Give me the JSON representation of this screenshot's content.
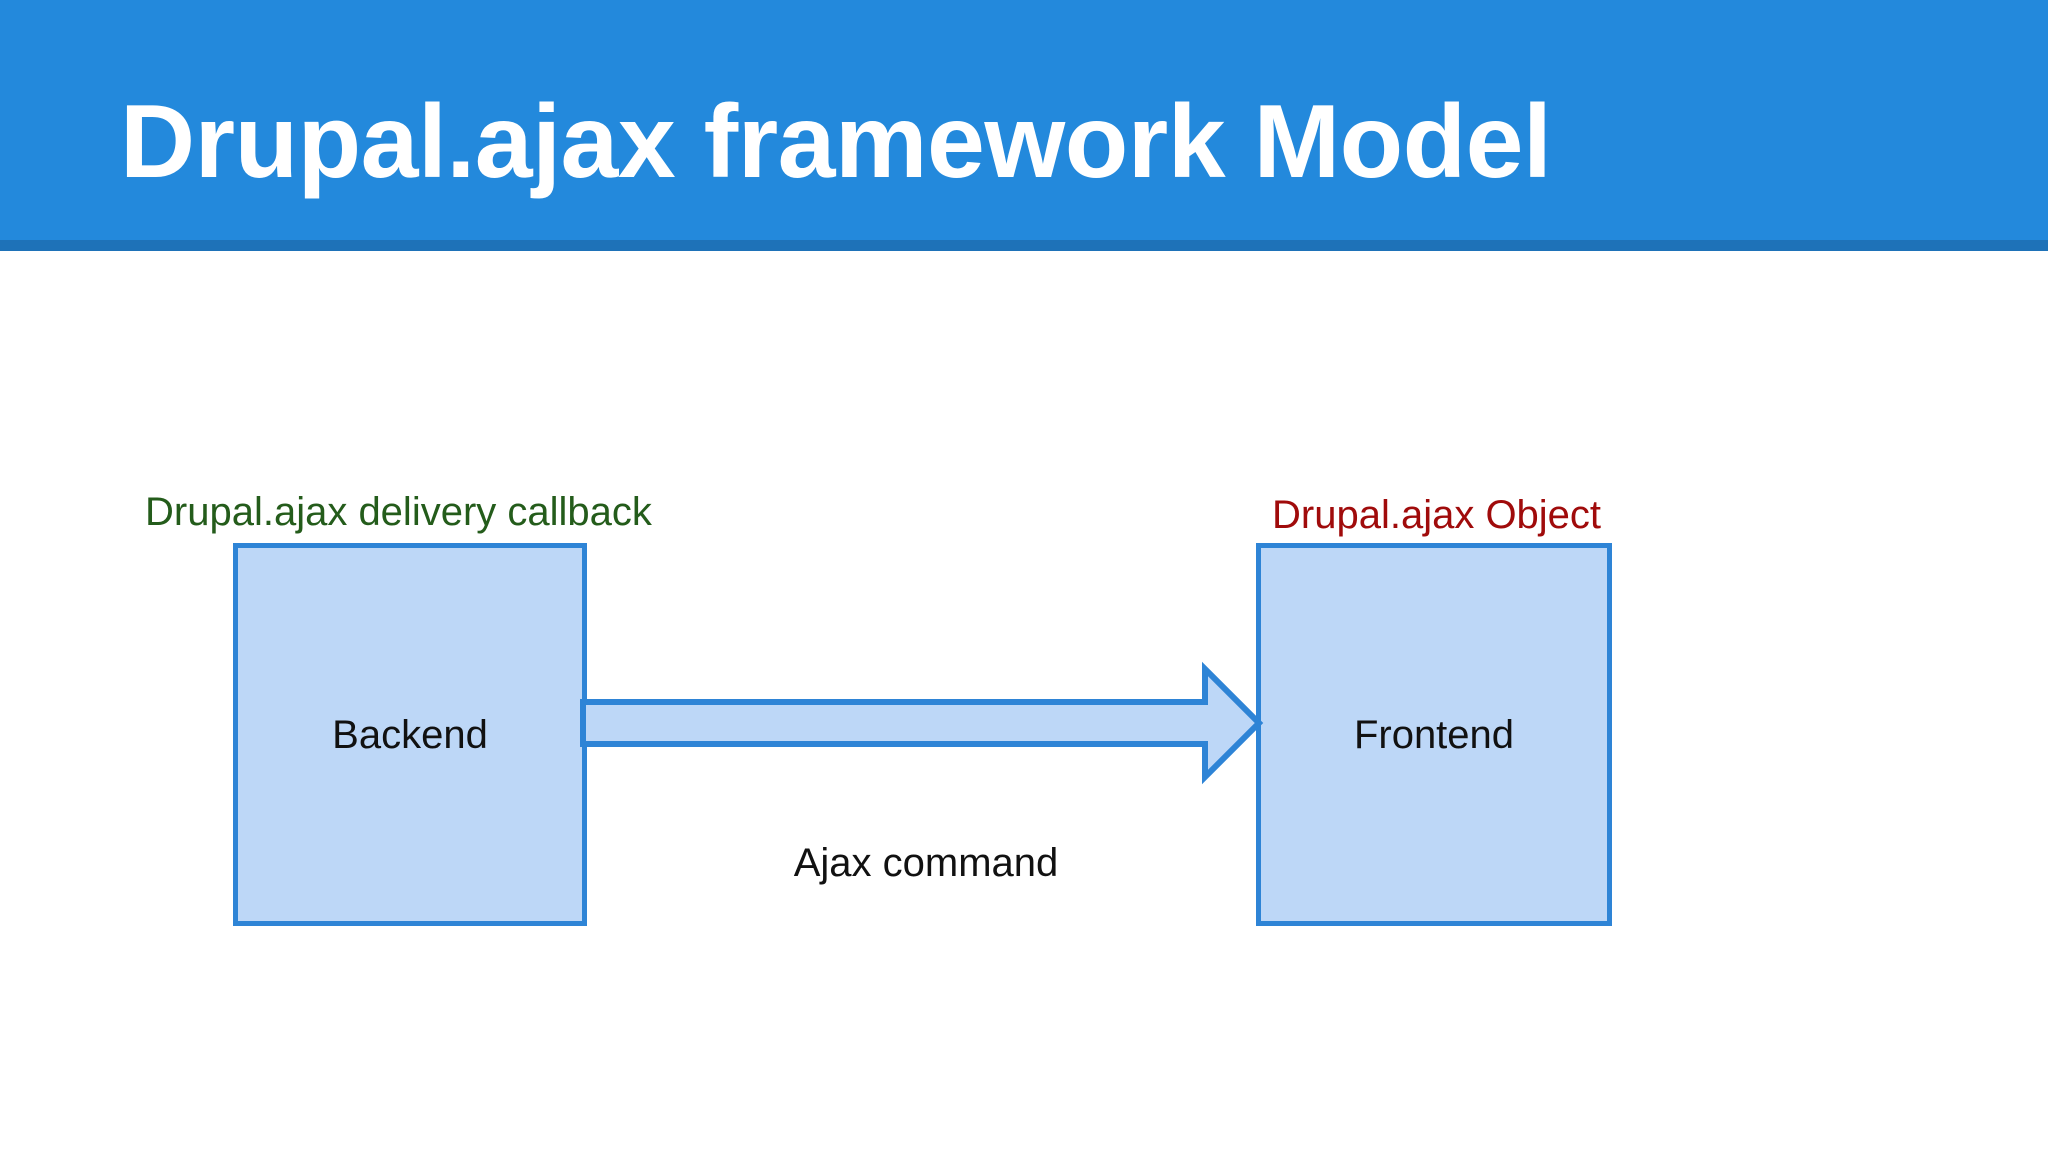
{
  "slide": {
    "title": "Drupal.ajax framework Model",
    "title_bar_color": "#2389DC",
    "title_bar_underline_color": "#1E72B8",
    "title_text_color": "#FFFFFF",
    "background_color": "#FFFFFF"
  },
  "diagram": {
    "type": "flow",
    "shape_fill_color": "#BDD7F7",
    "shape_border_color": "#2E84D6",
    "nodes": [
      {
        "id": "backend",
        "label": "Backend",
        "caption": "Drupal.ajax delivery callback",
        "caption_color": "#245C1B",
        "label_color": "#111111"
      },
      {
        "id": "frontend",
        "label": "Frontend",
        "caption": "Drupal.ajax Object",
        "caption_color": "#A00B0B",
        "label_color": "#111111"
      }
    ],
    "connector": {
      "id": "ajax-command-arrow",
      "label": "Ajax command",
      "label_color": "#111111",
      "from": "backend",
      "to": "frontend",
      "direction": "right",
      "fill_color": "#BDD7F7",
      "border_color": "#2E84D6"
    }
  }
}
